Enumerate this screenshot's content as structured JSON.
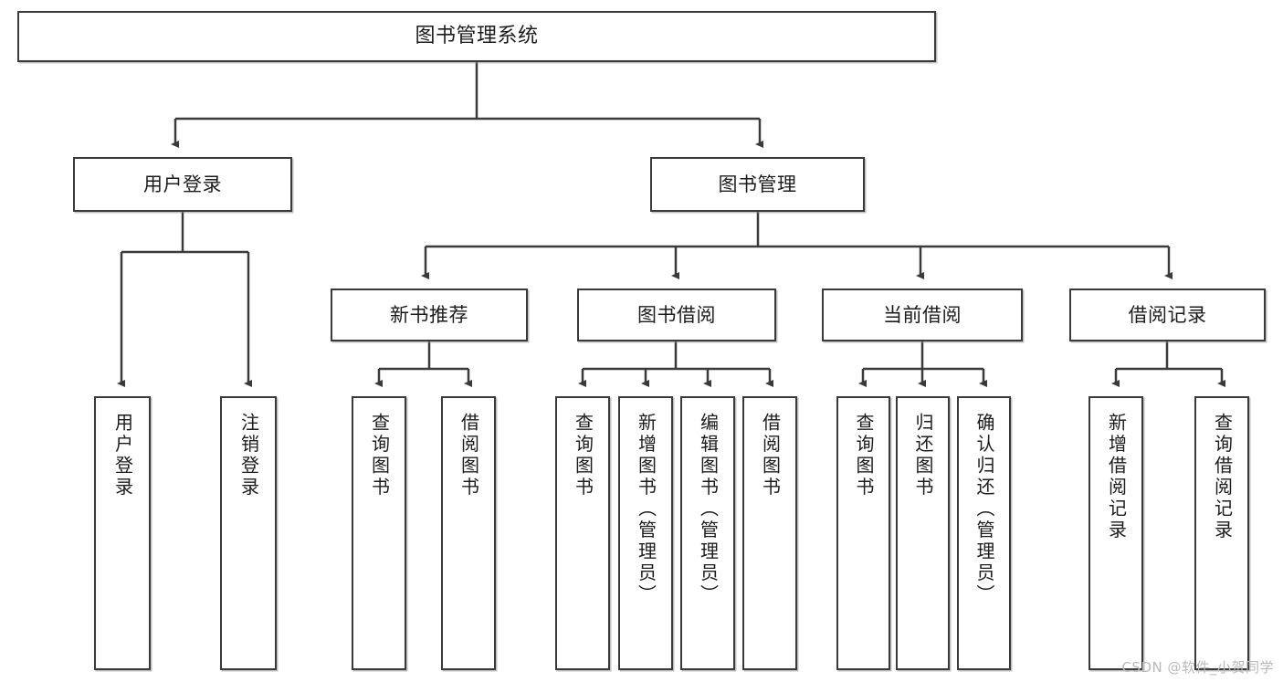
{
  "diagram": {
    "title": "图书管理系统",
    "type": "hierarchy-tree",
    "levels": 4,
    "line_color": "#3a3a3a",
    "box_fill": "#ffffff",
    "text_color": "#1c1c1c"
  },
  "root": {
    "label": "图书管理系统"
  },
  "level2": [
    {
      "label": "用户登录"
    },
    {
      "label": "图书管理"
    }
  ],
  "level3": [
    {
      "label": "新书推荐"
    },
    {
      "label": "图书借阅"
    },
    {
      "label": "当前借阅"
    },
    {
      "label": "借阅记录"
    }
  ],
  "leaves": {
    "user_login": [
      {
        "label": "用户登录"
      },
      {
        "label": "注销登录"
      }
    ],
    "new_book": [
      {
        "label": "查询图书"
      },
      {
        "label": "借阅图书"
      }
    ],
    "borrow_book": [
      {
        "label": "查询图书"
      },
      {
        "label": "新增图书（管理员）"
      },
      {
        "label": "编辑图书（管理员）"
      },
      {
        "label": "借阅图书"
      }
    ],
    "current_borrow": [
      {
        "label": "查询图书"
      },
      {
        "label": "归还图书"
      },
      {
        "label": "确认归还（管理员）"
      }
    ],
    "borrow_record": [
      {
        "label": "新增借阅记录"
      },
      {
        "label": "查询借阅记录"
      }
    ]
  },
  "watermark": {
    "text": "CSDN @软件_小贺同学"
  }
}
